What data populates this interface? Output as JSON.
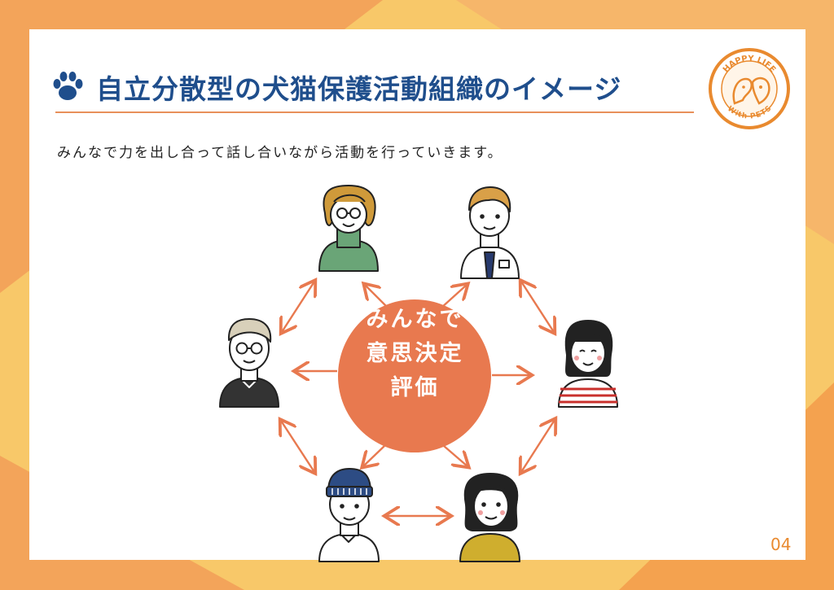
{
  "header": {
    "title": "自立分散型の犬猫保護活動組織のイメージ",
    "paw_icon": "paw-icon"
  },
  "subtitle": "みんなで力を出し合って話し合いながら活動を行っていきます。",
  "logo": {
    "text_top": "HAPPY LIFE",
    "text_bottom": "With PETS",
    "icon": "pets-logo-icon"
  },
  "diagram": {
    "center": {
      "line1": "みんなで",
      "line2": "意思決定",
      "line3": "評価"
    },
    "people": [
      {
        "id": "glasses-woman-green"
      },
      {
        "id": "tie-man"
      },
      {
        "id": "striped-woman"
      },
      {
        "id": "curly-woman-yellow"
      },
      {
        "id": "beanie-man"
      },
      {
        "id": "glasses-man-dark"
      }
    ]
  },
  "colors": {
    "navy": "#1f4e8c",
    "orange": "#e8794f",
    "accent": "#e98a2f",
    "background": "#f8c869"
  },
  "page_number": "04"
}
